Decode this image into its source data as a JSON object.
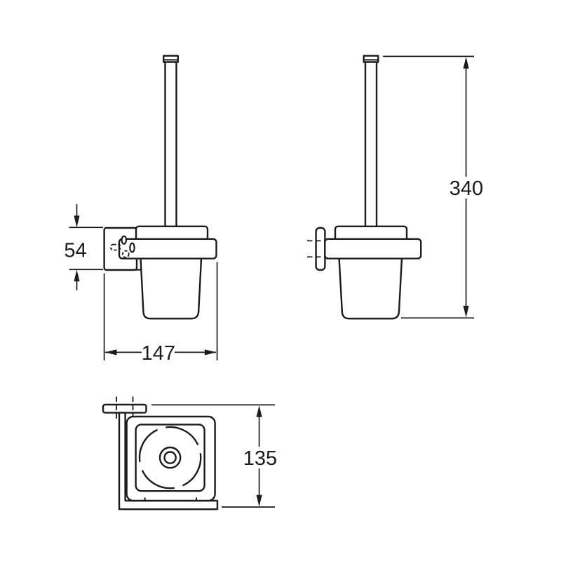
{
  "drawing": {
    "background_color": "#ffffff",
    "line_color": "#1b1b1b",
    "dimensions": {
      "plate_height": "54",
      "overall_depth": "147",
      "overall_height": "340",
      "top_depth": "135"
    }
  }
}
